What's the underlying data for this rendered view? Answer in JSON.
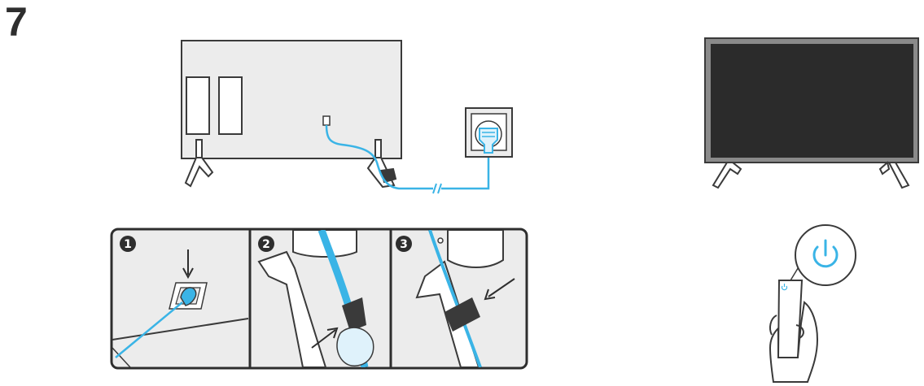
{
  "step": {
    "number": "7"
  },
  "panels": [
    {
      "badge": "1"
    },
    {
      "badge": "2"
    },
    {
      "badge": "3"
    }
  ],
  "colors": {
    "cable": "#3ab4e6",
    "outline": "#3a3a3a",
    "panel_bg": "#ececec",
    "tv_body": "#8a8a8a",
    "tv_screen": "#2b2b2b"
  },
  "icons": [
    "power-icon"
  ]
}
